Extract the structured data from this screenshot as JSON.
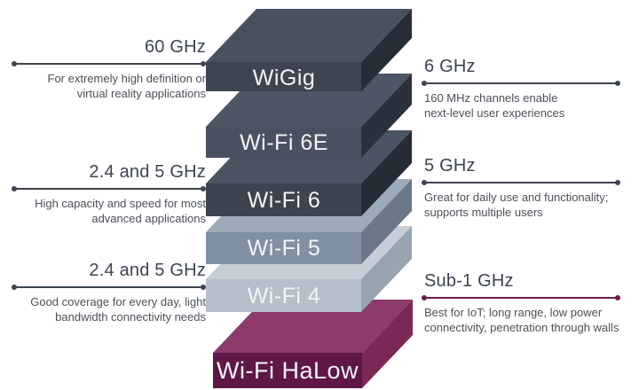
{
  "palette": {
    "background": "#ffffff",
    "connector_dark": "#3d4450",
    "connector_maroon": "#6d1b4a",
    "heading_text": "#3d4450",
    "body_text": "#4b5058",
    "slab_label_text": "#f3f4f6"
  },
  "stack": {
    "slabs": [
      {
        "label": "WiGig",
        "colors": {
          "top": "#49515e",
          "front": "#3e4551",
          "side": "#272d36"
        }
      },
      {
        "label": "Wi-Fi 6E",
        "colors": {
          "top": "#4d5664",
          "front": "#4a5160",
          "side": "#2b313c"
        }
      },
      {
        "label": "Wi-Fi 6",
        "colors": {
          "top": "#4b5462",
          "front": "#3d444f",
          "side": "#262c35"
        }
      },
      {
        "label": "Wi-Fi 5",
        "colors": {
          "top": "#9caaba",
          "front": "#8191a3",
          "side": "#6b7887"
        }
      },
      {
        "label": "Wi-Fi 4",
        "colors": {
          "top": "#c6cfd8",
          "front": "#b5c0cb",
          "side": "#98a4b0"
        }
      },
      {
        "label": "Wi-Fi HaLow",
        "colors": {
          "top": "#8d3b6c",
          "front": "#5f1745",
          "side": "#7a2957"
        }
      }
    ]
  },
  "annotations": {
    "left": [
      {
        "freq": "60 GHz",
        "desc_line1": "For extremely high definition or",
        "desc_line2": "virtual reality applications"
      },
      {
        "freq": "2.4 and 5 GHz",
        "desc_line1": "High capacity and speed for most",
        "desc_line2": "advanced applications"
      },
      {
        "freq": "2.4 and 5 GHz",
        "desc_line1": "Good coverage for every day, light",
        "desc_line2": "bandwidth connectivity needs"
      }
    ],
    "right": [
      {
        "freq": "6 GHz",
        "desc_line1": "160 MHz channels enable",
        "desc_line2": "next-level user experiences"
      },
      {
        "freq": "5 GHz",
        "desc_line1": "Great for daily use and functionality;",
        "desc_line2": "supports multiple users"
      },
      {
        "freq": "Sub-1 GHz",
        "desc_line1": "Best for IoT; long range, low power",
        "desc_line2": "connectivity, penetration through walls"
      }
    ]
  }
}
